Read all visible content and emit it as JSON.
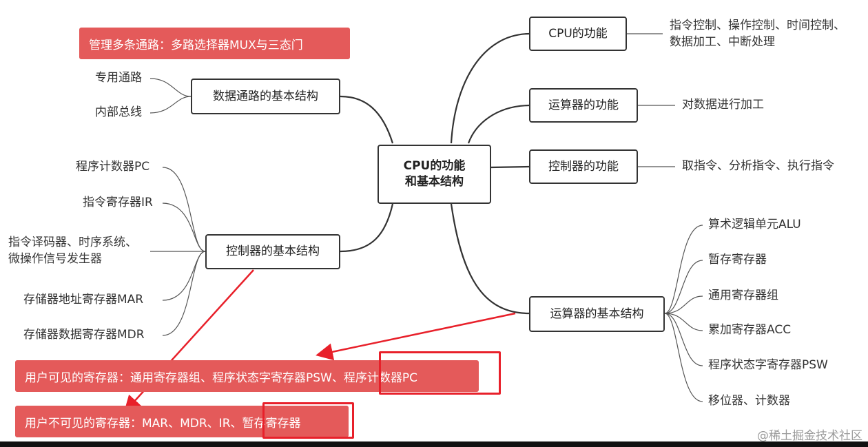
{
  "center": {
    "line1": "CPU的功能",
    "line2": "和基本结构"
  },
  "right": {
    "cpu_func": {
      "label": "CPU的功能",
      "detail_line1": "指令控制、操作控制、时间控制、",
      "detail_line2": "数据加工、中断处理"
    },
    "alu_func": {
      "label": "运算器的功能",
      "detail": "对数据进行加工"
    },
    "ctrl_func": {
      "label": "控制器的功能",
      "detail": "取指令、分析指令、执行指令"
    },
    "alu_struct": {
      "label": "运算器的基本结构",
      "items": [
        "算术逻辑单元ALU",
        "暂存寄存器",
        "通用寄存器组",
        "累加寄存器ACC",
        "程序状态字寄存器PSW",
        "移位器、计数器"
      ]
    }
  },
  "left": {
    "datapath": {
      "label": "数据通路的基本结构",
      "items": [
        "专用通路",
        "内部总线"
      ]
    },
    "ctrl_struct": {
      "label": "控制器的基本结构",
      "items": [
        "程序计数器PC",
        "指令寄存器IR",
        "指令译码器、时序系统、\n微操作信号发生器",
        "存储器地址寄存器MAR",
        "存储器数据寄存器MDR"
      ]
    }
  },
  "notes": {
    "mux": "管理多条通路：多路选择器MUX与三态门",
    "visible": "用户可见的寄存器：通用寄存器组、程序状态字寄存器PSW、程序计数器PC",
    "invisible": "用户不可见的寄存器：MAR、MDR、IR、暂存寄存器"
  },
  "watermark": "@稀土掘金技术社区",
  "colors": {
    "note_bg": "#e45a5a",
    "highlight": "#e8202a",
    "arrow": "#e8202a",
    "line": "#333333"
  }
}
